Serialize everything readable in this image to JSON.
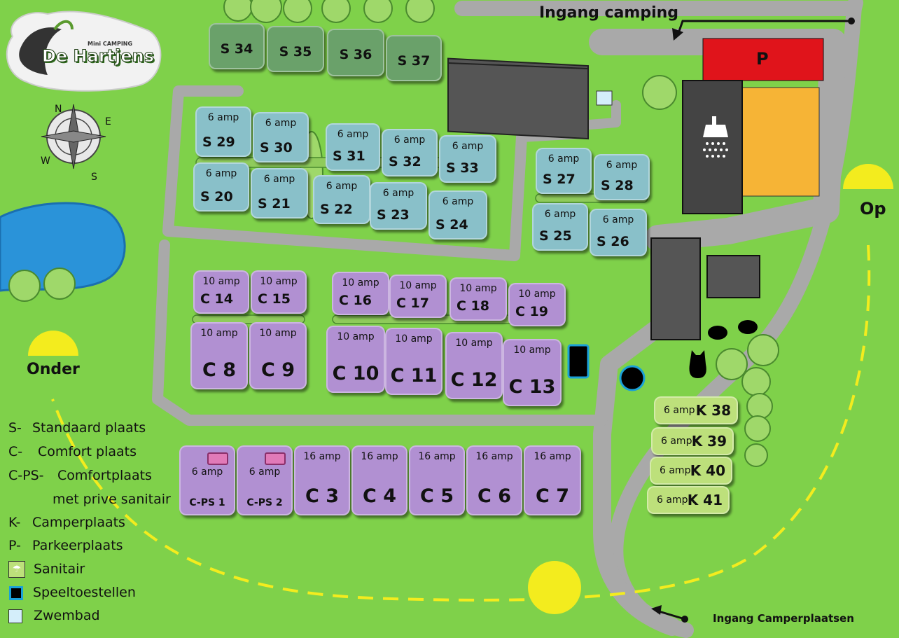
{
  "logo": {
    "small_text": "Mini CAMPING",
    "name": "De Hartjens"
  },
  "compass": {
    "n": "N",
    "e": "E",
    "s": "S",
    "w": "W"
  },
  "labels": {
    "entrance_camping": "Ingang camping",
    "entrance_camper": "Ingang Camperplaatsen",
    "up": "Op",
    "down": "Onder",
    "parking": "P"
  },
  "plots": [
    {
      "code": "S 34",
      "amp": ""
    },
    {
      "code": "S 35",
      "amp": ""
    },
    {
      "code": "S 36",
      "amp": ""
    },
    {
      "code": "S 37",
      "amp": ""
    },
    {
      "code": "S 29",
      "amp": "6 amp"
    },
    {
      "code": "S 30",
      "amp": "6 amp"
    },
    {
      "code": "S 31",
      "amp": "6 amp"
    },
    {
      "code": "S 32",
      "amp": "6 amp"
    },
    {
      "code": "S 33",
      "amp": "6 amp"
    },
    {
      "code": "S 20",
      "amp": "6 amp"
    },
    {
      "code": "S 21",
      "amp": "6 amp"
    },
    {
      "code": "S 22",
      "amp": "6 amp"
    },
    {
      "code": "S 23",
      "amp": "6 amp"
    },
    {
      "code": "S 24",
      "amp": "6 amp"
    },
    {
      "code": "S 27",
      "amp": "6 amp"
    },
    {
      "code": "S 28",
      "amp": "6 amp"
    },
    {
      "code": "S 25",
      "amp": "6 amp"
    },
    {
      "code": "S 26",
      "amp": "6 amp"
    },
    {
      "code": "C 14",
      "amp": "10 amp"
    },
    {
      "code": "C 15",
      "amp": "10 amp"
    },
    {
      "code": "C 16",
      "amp": "10 amp"
    },
    {
      "code": "C 17",
      "amp": "10 amp"
    },
    {
      "code": "C 18",
      "amp": "10 amp"
    },
    {
      "code": "C 19",
      "amp": "10 amp"
    },
    {
      "code": "C 8",
      "amp": "10 amp"
    },
    {
      "code": "C 9",
      "amp": "10 amp"
    },
    {
      "code": "C 10",
      "amp": "10 amp"
    },
    {
      "code": "C 11",
      "amp": "10 amp"
    },
    {
      "code": "C 12",
      "amp": "10 amp"
    },
    {
      "code": "C 13",
      "amp": "10 amp"
    },
    {
      "code": "C-PS 1",
      "amp": "6 amp"
    },
    {
      "code": "C-PS 2",
      "amp": "6 amp"
    },
    {
      "code": "C 3",
      "amp": "16 amp"
    },
    {
      "code": "C 4",
      "amp": "16 amp"
    },
    {
      "code": "C 5",
      "amp": "16 amp"
    },
    {
      "code": "C 6",
      "amp": "16 amp"
    },
    {
      "code": "C 7",
      "amp": "16 amp"
    },
    {
      "code": "K 38",
      "amp": "6 amp"
    },
    {
      "code": "K 39",
      "amp": "6 amp"
    },
    {
      "code": "K 40",
      "amp": "6 amp"
    },
    {
      "code": "K 41",
      "amp": "6 amp"
    }
  ],
  "legend": [
    {
      "key": "S-",
      "text": "Standaard plaats"
    },
    {
      "key": "C-",
      "text": "Comfort plaats"
    },
    {
      "key": "C-PS-",
      "text": "Comfortplaats"
    },
    {
      "key": "",
      "text": "met prive sanitair"
    },
    {
      "key": "K-",
      "text": "Camperplaats"
    },
    {
      "key": "P-",
      "text": "Parkeerplaats"
    },
    {
      "key": "sanitair-icon",
      "text": "Sanitair"
    },
    {
      "key": "playground-icon",
      "text": "Speeltoestellen"
    },
    {
      "key": "pool-icon",
      "text": "Zwembad"
    }
  ],
  "colors": {
    "grass": "#7fd14a",
    "road": "#a9a9a9",
    "standard": "#89c0c9",
    "comfort": "#b190d2",
    "camper": "#bde07b",
    "parking": "#e0141b",
    "sanitair_building": "#f6b436",
    "path": "#f3ec1e",
    "pond": "#2a93d9"
  }
}
